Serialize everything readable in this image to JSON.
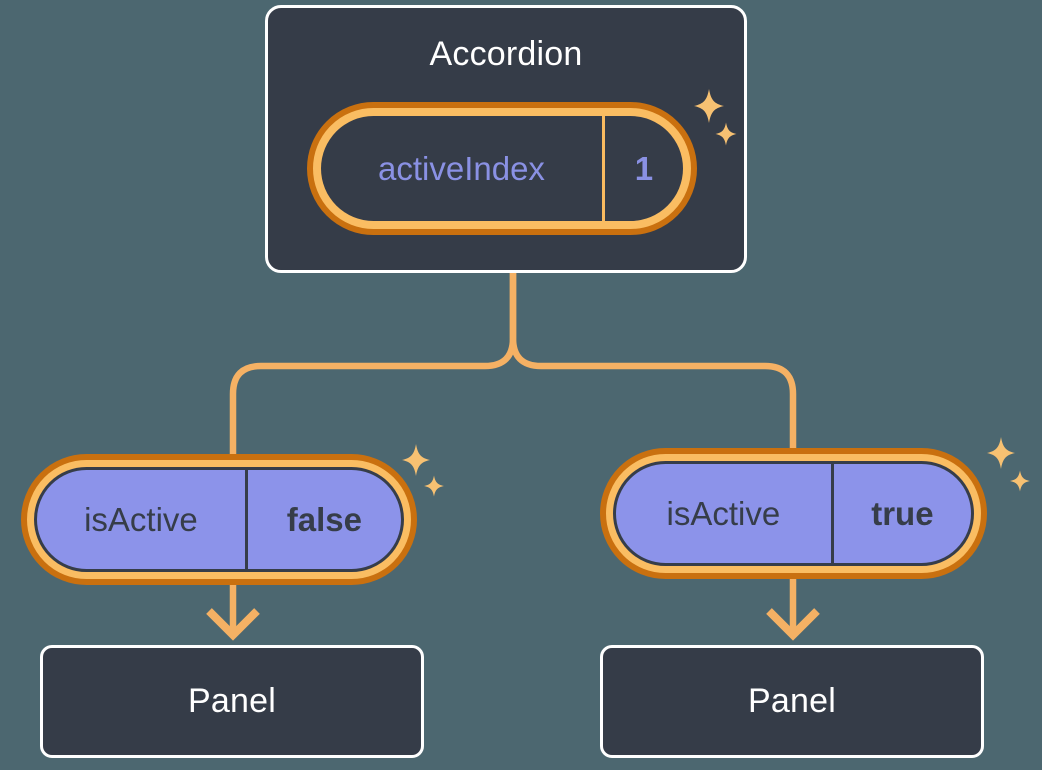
{
  "diagram": {
    "root": {
      "title": "Accordion",
      "state": {
        "name": "activeIndex",
        "value": "1"
      }
    },
    "children": [
      {
        "side": "left",
        "prop": {
          "name": "isActive",
          "value": "false"
        },
        "panel_label": "Panel"
      },
      {
        "side": "right",
        "prop": {
          "name": "isActive",
          "value": "true"
        },
        "panel_label": "Panel"
      }
    ]
  },
  "icons": {
    "sparkles": "sparkle-icon",
    "arrows": "arrow-down-icon"
  },
  "colors": {
    "bg": "#4C6770",
    "node_bg": "#353C48",
    "node_border": "#FFFFFF",
    "orange_dark": "#C9700F",
    "orange_light": "#FABD62",
    "connector": "#F5B164",
    "sparkle": "#F7C172",
    "purple_text": "#8A91E4",
    "purple_fill": "#8C93EA",
    "dark_text": "#363D49",
    "divider_orange": "#F9BB60",
    "white_text": "#FFFFFF"
  }
}
